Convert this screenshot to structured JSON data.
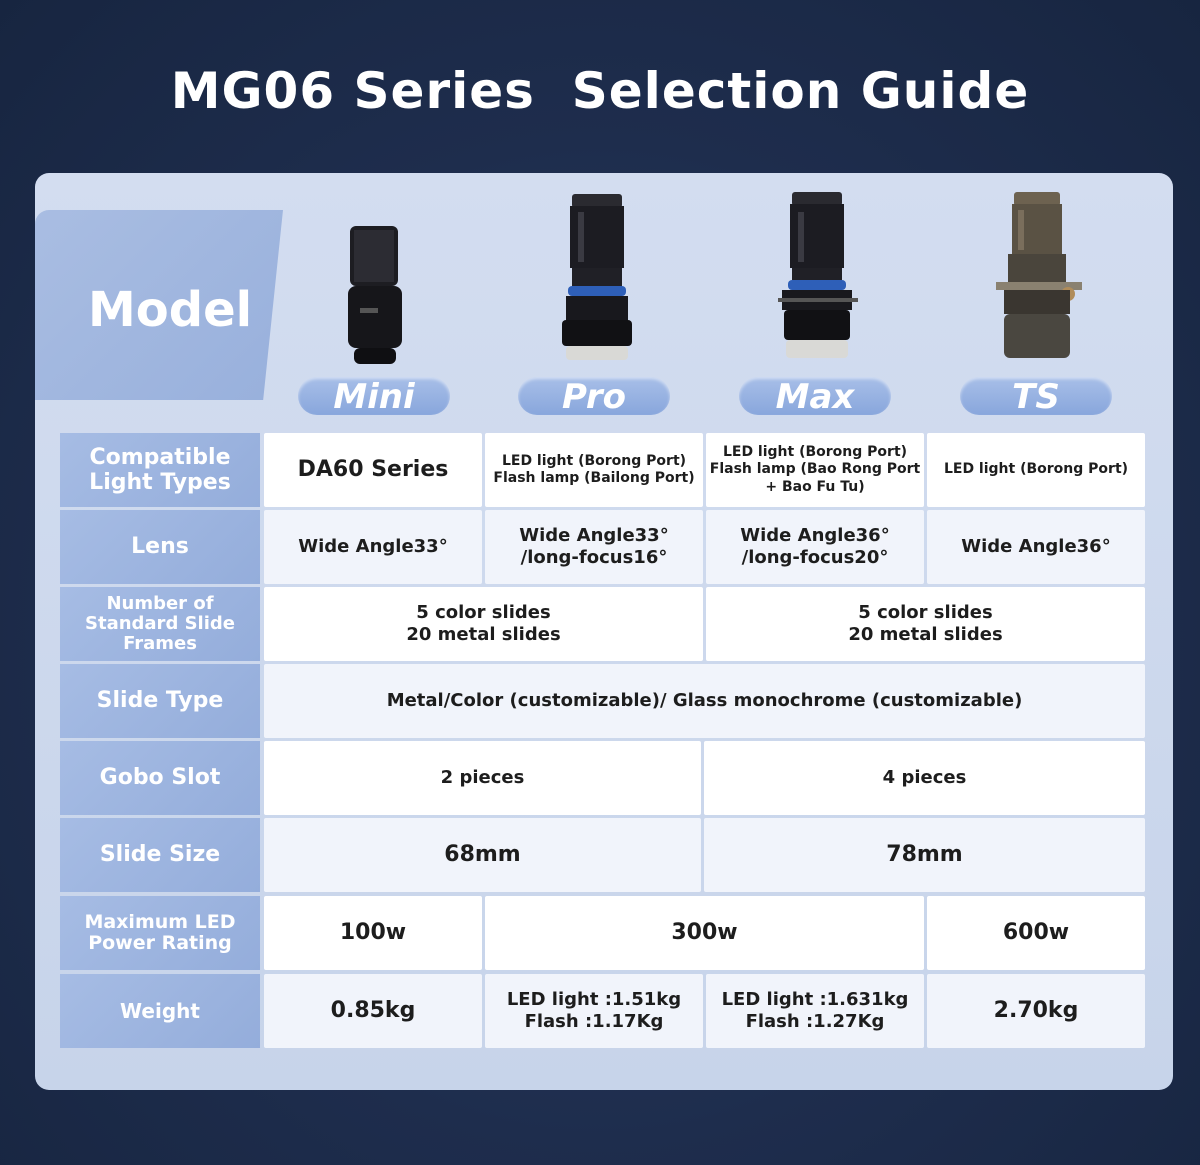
{
  "title": "MG06 Series  Selection Guide",
  "model_label": "Model",
  "models": [
    "Mini",
    "Pro",
    "Max",
    "TS"
  ],
  "rows": {
    "compatible": {
      "label": "Compatible Light Types",
      "mini": "DA60 Series",
      "pro": "LED light (Borong Port)\nFlash lamp (Bailong Port)",
      "max": "LED light (Borong Port)\nFlash lamp (Bao Rong Port\n+ Bao Fu Tu)",
      "ts": "LED light (Borong Port)"
    },
    "lens": {
      "label": "Lens",
      "mini": "Wide Angle33°",
      "pro": "Wide Angle33°\n/long-focus16°",
      "max": "Wide Angle36°\n/long-focus20°",
      "ts": "Wide Angle36°"
    },
    "frames": {
      "label": "Number of Standard Slide Frames",
      "mini_pro": "5 color slides\n20 metal slides",
      "max_ts": "5 color slides\n20 metal slides"
    },
    "slide_type": {
      "label": "Slide Type",
      "all": "Metal/Color (customizable)/ Glass monochrome (customizable)"
    },
    "gobo": {
      "label": "Gobo Slot",
      "mini_pro": "2 pieces",
      "max_ts": "4 pieces"
    },
    "slide_size": {
      "label": "Slide Size",
      "mini_pro": "68mm",
      "max_ts": "78mm"
    },
    "power": {
      "label": "Maximum LED Power Rating",
      "mini": "100w",
      "pro_max": "300w",
      "ts": "600w"
    },
    "weight": {
      "label": "Weight",
      "mini": "0.85kg",
      "pro": "LED light :1.51kg\nFlash :1.17Kg",
      "max": "LED light :1.631kg\nFlash :1.27Kg",
      "ts": "2.70kg"
    }
  }
}
